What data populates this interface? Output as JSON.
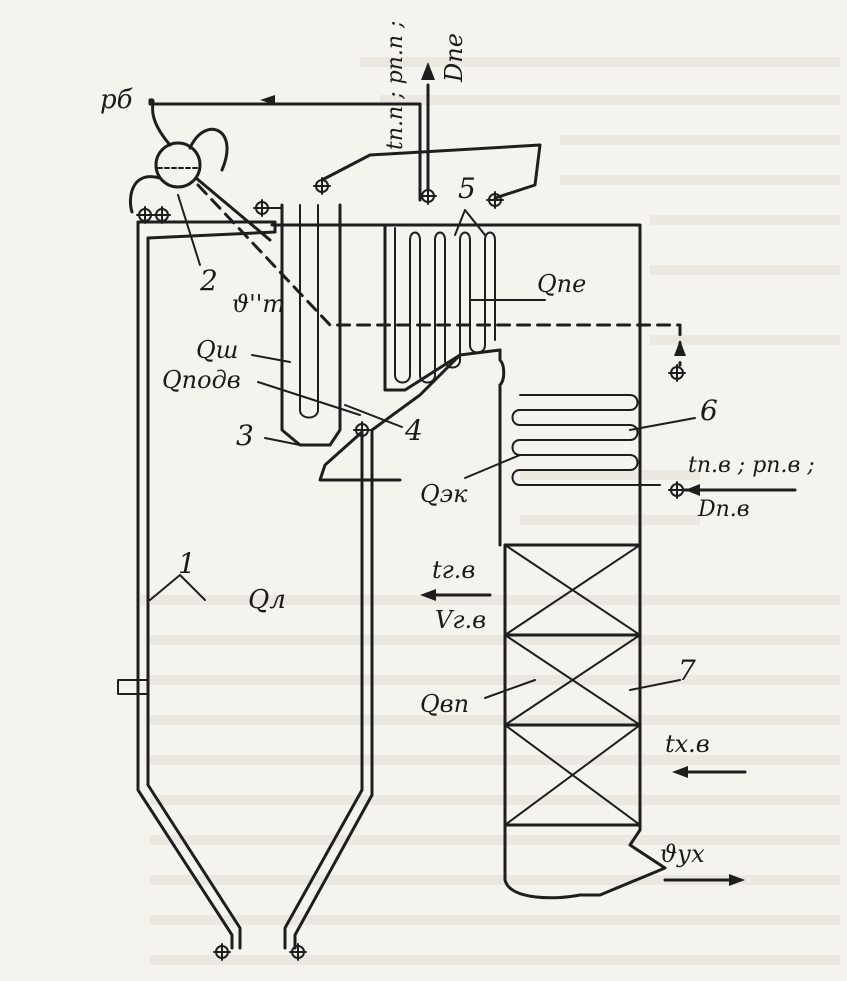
{
  "labels": {
    "drum_pressure": "pб",
    "superheated_steam": "tп.п ; pп.п ;",
    "steam_flow": "Dпе",
    "item_5": "5",
    "item_2": "2",
    "item_3": "3",
    "item_4": "4",
    "item_6": "6",
    "item_7": "7",
    "item_1": "1",
    "furnace_exit_temp": "ϑ''т",
    "q_screen": "Qш",
    "q_suspended": "Qподв",
    "q_superheater": "Qпе",
    "q_economizer": "Qэк",
    "feedwater": "tп.в ; pп.в ;",
    "feedwater_flow": "Dп.в",
    "hot_air_temp": "tг.в",
    "hot_air_volume": "Vг.в",
    "q_furnace": "Qл",
    "q_air_heater": "Qвп",
    "cold_air_temp": "tх.в",
    "flue_gas_temp": "ϑух"
  },
  "colors": {
    "ink": "#1e1e1e",
    "paper": "#f4f3ee"
  }
}
